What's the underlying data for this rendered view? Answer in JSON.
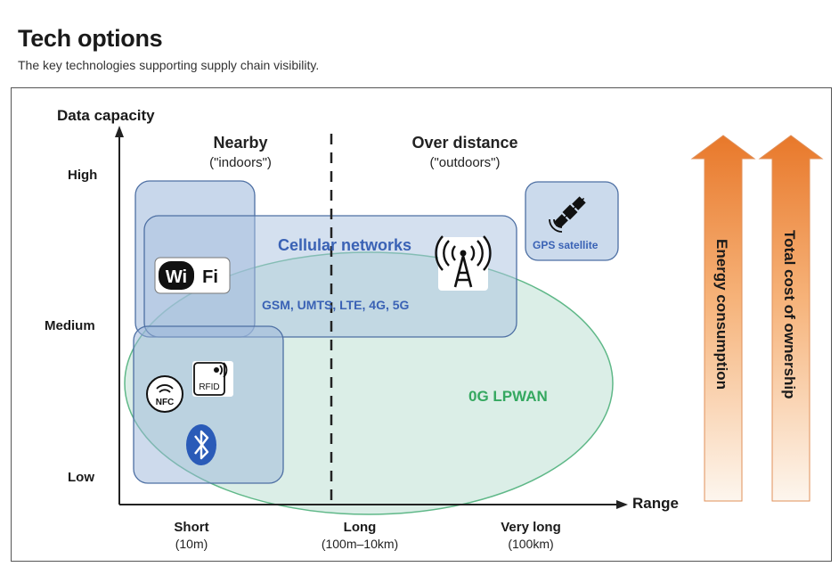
{
  "header": {
    "title": "Tech options",
    "subtitle": "The key technologies supporting supply chain visibility."
  },
  "axes": {
    "y_title": "Data capacity",
    "x_title": "Range",
    "y_ticks": [
      "High",
      "Medium",
      "Low"
    ],
    "x_ticks": [
      {
        "label": "Short",
        "sub": "(10m)"
      },
      {
        "label": "Long",
        "sub": "(100m–10km)"
      },
      {
        "label": "Very long",
        "sub": "(100km)"
      }
    ]
  },
  "regions": {
    "nearby": {
      "label": "Nearby",
      "sub": "(\"indoors\")"
    },
    "distance": {
      "label": "Over distance",
      "sub": "(\"outdoors\")"
    }
  },
  "technologies": {
    "cellular": {
      "label": "Cellular networks",
      "sub": "GSM, UMTS, LTE, 4G, 5G"
    },
    "gps": {
      "label": "GPS satellite"
    },
    "lpwan": {
      "label": "0G LPWAN"
    },
    "wifi": {
      "left": "Wi",
      "right": "Fi"
    },
    "nfc": {
      "label": "NFC"
    },
    "rfid": {
      "label": "RFID"
    }
  },
  "arrows": {
    "energy": "Energy consumption",
    "cost": "Total cost of ownership"
  },
  "colors": {
    "box_fill": "#9bb6da",
    "box_stroke": "#4d6fa3",
    "lpwan_fill": "#cfe8df",
    "lpwan_stroke": "#5fb888",
    "arrow_top": "#e8782a",
    "arrow_bottom": "#fdf2e6"
  }
}
